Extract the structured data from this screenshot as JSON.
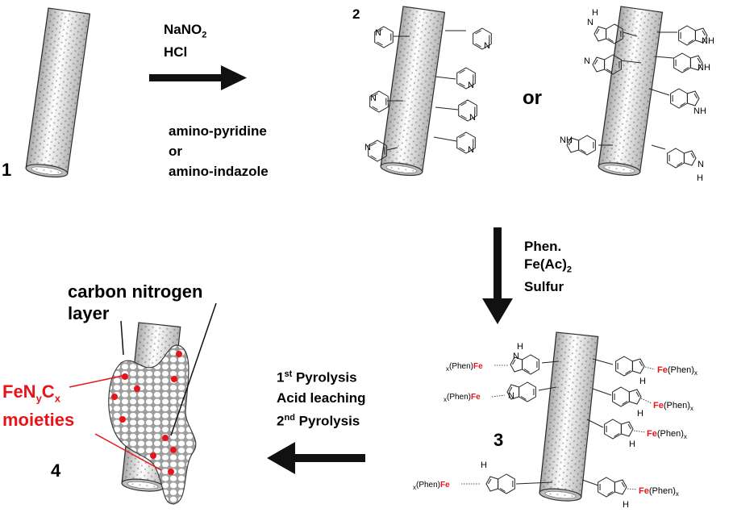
{
  "compounds": {
    "c1": "1",
    "c2": "2",
    "c3": "3",
    "c4": "4"
  },
  "or_label": "or",
  "step1": {
    "reagent1": "NaNO",
    "reagent1_sub": "2",
    "reagent2": "HCl",
    "substrate1": "amino-pyridine",
    "substrate_or": "or",
    "substrate2": "amino-indazole"
  },
  "step2": {
    "line1": "Phen.",
    "line2_main": "Fe(Ac)",
    "line2_sub": "2",
    "line3": "Sulfur"
  },
  "step3": {
    "line1_sup_base": "1",
    "line1_sup": "st",
    "line1_rest": " Pyrolysis",
    "line2": "Acid leaching",
    "line3_sup_base": "2",
    "line3_sup": "nd",
    "line3_rest": " Pyrolysis"
  },
  "product": {
    "layer_label_1": "carbon nitrogen",
    "layer_label_2": "layer",
    "moiety_fe": "FeN",
    "moiety_y": "y",
    "moiety_c": "C",
    "moiety_x": "x",
    "moiety_label_2": "moieties"
  },
  "chem": {
    "N": "N",
    "NH": "NH",
    "H": "H",
    "Fe": "Fe",
    "phen_left": "(Phen)",
    "phen_right": "(Phen)",
    "x": "x"
  },
  "colors": {
    "arrow": "#111111",
    "highlight": "#e8141b",
    "tube_fill": "#c9c9c9",
    "tube_cell": "#ffffff"
  }
}
